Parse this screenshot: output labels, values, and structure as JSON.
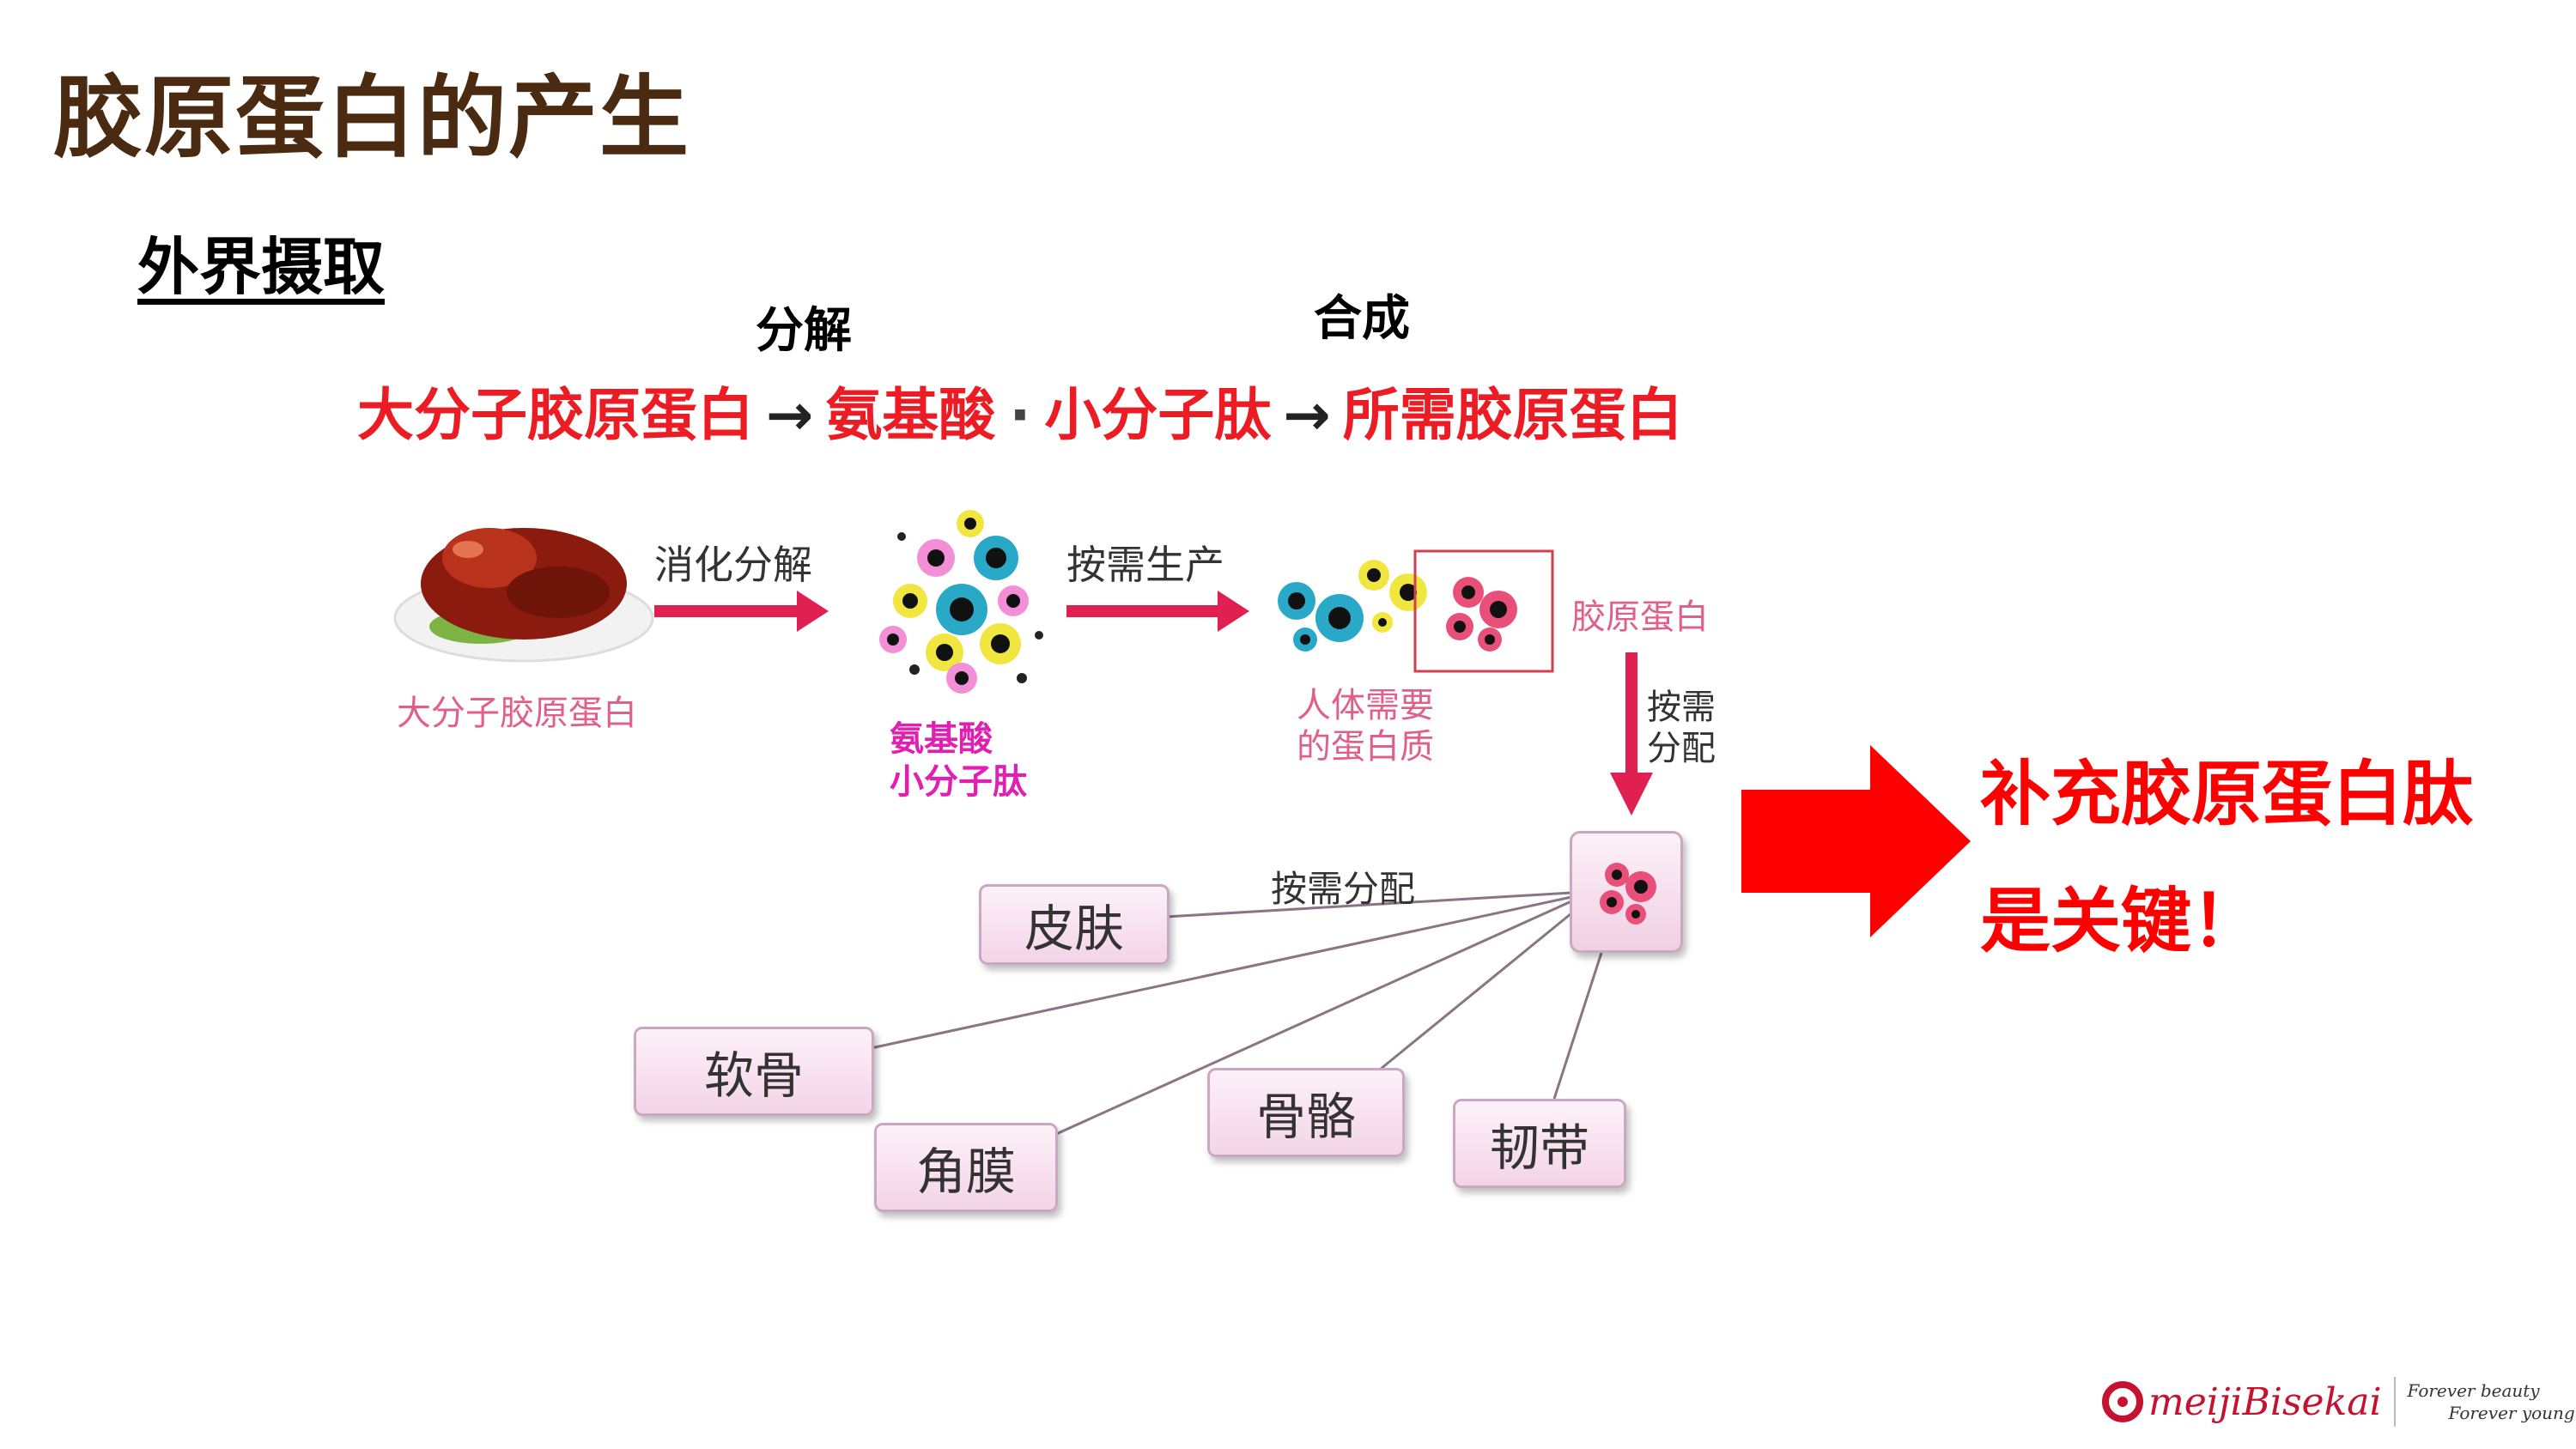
{
  "title": "胶原蛋白的产生",
  "section": "外界摄取",
  "steps": {
    "decompose": "分解",
    "synthesize": "合成"
  },
  "formula": {
    "source": "大分子胶原蛋白",
    "arrow": "→",
    "product1": "氨基酸",
    "separator": "·",
    "product2": "小分子肽",
    "result": "所需胶原蛋白"
  },
  "diagram": {
    "food_label": "大分子胶原蛋白",
    "digest_label": "消化分解",
    "amino_label_1": "氨基酸",
    "amino_label_2": "小分子肽",
    "produce_label": "按需生产",
    "protein_label_1": "人体需要",
    "protein_label_2": "的蛋白质",
    "collagen_label": "胶原蛋白",
    "distribute_vertical_1": "按需",
    "distribute_vertical_2": "分配",
    "distribute_label": "按需分配",
    "organs": [
      "皮肤",
      "软骨",
      "角膜",
      "骨骼",
      "韧带"
    ]
  },
  "conclusion": {
    "line1": "补充胶原蛋白肽",
    "line2": "是关键！"
  },
  "logo": {
    "name": "meijiBisekai",
    "slogan1": "Forever beauty",
    "slogan2": "Forever young"
  },
  "colors": {
    "title": "#4a2a10",
    "formula": "#ec1c24",
    "highlight": "#ff0000",
    "arrow": "#e02050",
    "brand": "#c41230"
  }
}
